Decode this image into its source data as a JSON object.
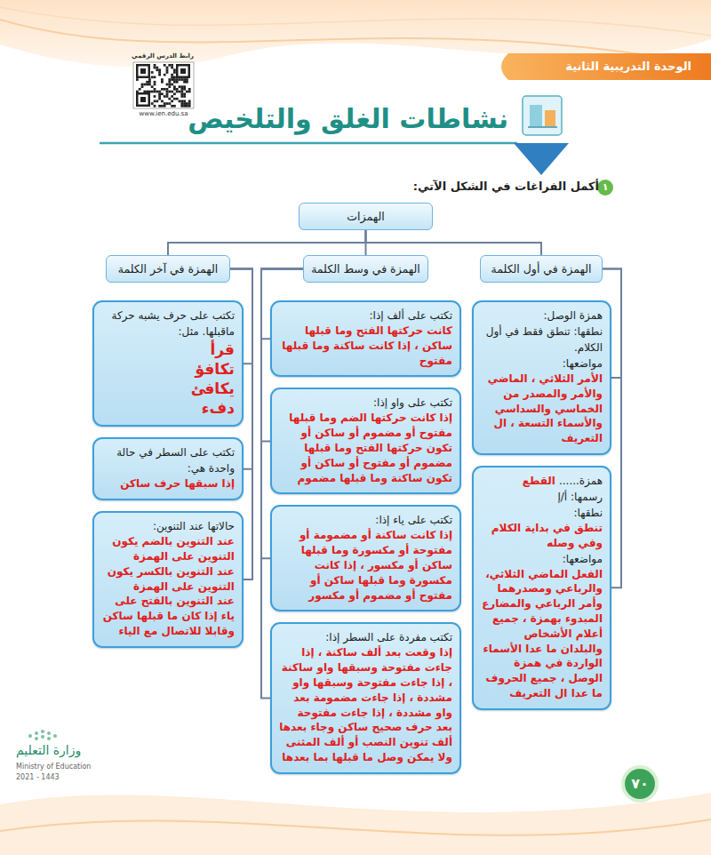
{
  "diagram": {
    "title": "نشاطات الغلق والتلخيص",
    "nodes": [
      {
        "text": [
          "الهمزات"
        ]
      },
      {
        "text": [
          "الهمزة في أول الكلمة"
        ]
      },
      {
        "text": [
          "الهمزة في وسط الكلمة"
        ]
      },
      {
        "text": [
          "الهمزة في آخر الكلمة"
        ]
      },
      {
        "text": [
          "همزة الوصل:",
          "نطقها: تنطق فقط في أول الكلام.",
          "مواضعها:",
          "الأمر الثلاثي ، الماضي والأمر والمصدر من الخماسي والسداسي والأسماء التسعة ، ال التعريف"
        ]
      },
      {
        "text": [
          "همزة......",
          "القطع",
          "رسمها: أ/إ",
          "نطقها:",
          "تنطق في بداية الكلام وفي وصله",
          "مواضعها:",
          "الفعل الماضي الثلاثي، والرباعي ومصدرهما وأمر الرباعي والمضارع المبدوء بهمزة ، جميع أعلام الأشخاص والبلدان ما عدا الأسماء الواردة في همزة الوصل ، جميع الحروف ما عدا ال التعريف"
        ]
      },
      {
        "text": [
          "تكتب على ألف إذا:",
          "كانت حركتها الفتح وما قبلها ساكن ، إذا كانت ساكنة وما قبلها مفتوح"
        ]
      },
      {
        "text": [
          "تكتب على واو إذا:",
          "إذا كانت حركتها الضم وما قبلها مفتوح أو مضموم أو ساكن أو تكون حركتها الفتح وما قبلها مضموم أو مفتوح أو ساكن أو تكون ساكنة وما قبلها مضموم"
        ]
      },
      {
        "text": [
          "تكتب على ياء إذا:",
          "إذا كانت ساكنة أو مضمومة أو مفتوحة أو مكسورة وما قبلها ساكن أو مكسور ، إذا كانت مكسورة وما قبلها ساكن أو مفتوح أو مضموم أو مكسور"
        ]
      },
      {
        "text": [
          "تكتب مفردة على السطر إذا:",
          "إذا وقعت بعد ألف ساكنة ، إذا جاءت مفتوحة وسبقها واو ساكنة ، إذا جاءت مفتوحة وسبقها واو مشددة ، إذا جاءت مضمومة بعد واو مشددة ، إذا جاءت مفتوحة بعد حرف صحيح ساكن وجاء بعدها ألف تنوين النصب أو ألف المثنى ولا يمكن وصل ما قبلها بما بعدها"
        ]
      },
      {
        "text": [
          "تكتب على حرف يشبه حركة ماقبلها. مثل:",
          "قرأ",
          "تكافؤ",
          "يكافئ",
          "دفء"
        ]
      },
      {
        "text": [
          "تكتب على السطر في حالة واحدة هي:",
          "إذا سبقها حرف ساكن"
        ]
      },
      {
        "text": [
          "حالاتها عند التنوين:",
          "عند التنوين بالضم يكون التنوين على الهمزة",
          "عند التنوين بالكسر يكون التنوين على الهمزة",
          "عند التنوين بالفتح على ياء إذا كان ما قبلها ساكن وقابلا للاتصال مع الياء"
        ]
      }
    ],
    "edges": [
      {
        "from": 0,
        "to": 1,
        "arrow": "none"
      },
      {
        "from": 0,
        "to": 2,
        "arrow": "none"
      },
      {
        "from": 0,
        "to": 3,
        "arrow": "none"
      },
      {
        "from": 1,
        "to": 4,
        "arrow": "none"
      },
      {
        "from": 1,
        "to": 5,
        "arrow": "none"
      },
      {
        "from": 2,
        "to": 6,
        "arrow": "none"
      },
      {
        "from": 2,
        "to": 7,
        "arrow": "none"
      },
      {
        "from": 2,
        "to": 8,
        "arrow": "none"
      },
      {
        "from": 2,
        "to": 9,
        "arrow": "none"
      },
      {
        "from": 3,
        "to": 10,
        "arrow": "none"
      },
      {
        "from": 3,
        "to": 11,
        "arrow": "none"
      },
      {
        "from": 3,
        "to": 12,
        "arrow": "none"
      }
    ],
    "labels": [
      "الوحدة التدريبية الثانية",
      "رابط الدرس الرقمي",
      "www.ien.edu.sa",
      "١",
      "أكمل الفراغات في الشكل الآتي:",
      "٧٠",
      "وزارة التعليم",
      "Ministry of Education",
      "2021 - 1443"
    ]
  }
}
